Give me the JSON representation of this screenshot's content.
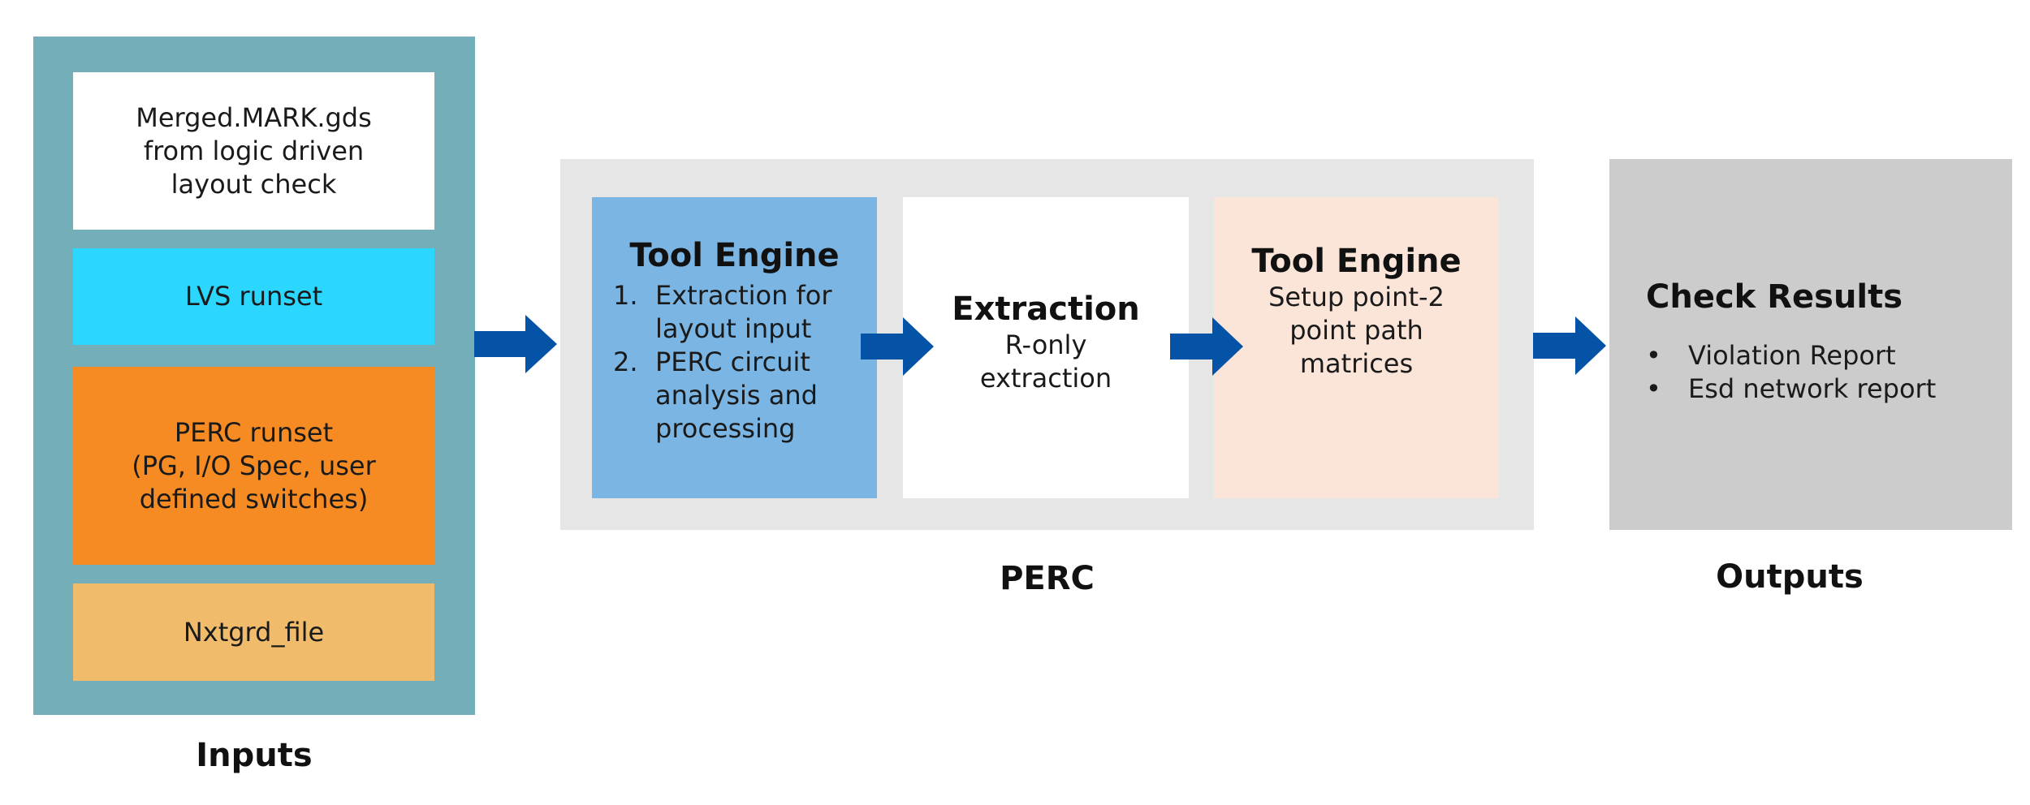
{
  "colors": {
    "inputs_frame": "#74aeb9",
    "input_white": "#ffffff",
    "input_cyan": "#2bd7ff",
    "input_orange": "#f58b22",
    "input_sand": "#f0bc6b",
    "perc_panel": "#e6e6e6",
    "stage1_blue": "#7ab5e3",
    "stage2_white": "#ffffff",
    "stage3_peach": "#fae5d8",
    "outputs_gray": "#cccccc",
    "arrow_blue": "#0553a7"
  },
  "inputs": {
    "label": "Inputs",
    "boxes": [
      {
        "lines": [
          "Merged.MARK.gds",
          "from logic driven",
          "layout check"
        ]
      },
      {
        "lines": [
          "LVS runset"
        ]
      },
      {
        "lines": [
          "PERC runset",
          "(PG, I/O Spec, user",
          "defined switches)"
        ]
      },
      {
        "lines": [
          "Nxtgrd_file"
        ]
      }
    ]
  },
  "perc": {
    "label": "PERC",
    "stage1": {
      "title": "Tool Engine",
      "items": [
        {
          "num": "1.",
          "lines": [
            "Extraction for",
            "layout input"
          ]
        },
        {
          "num": "2.",
          "lines": [
            "PERC circuit",
            "analysis and",
            "processing"
          ]
        }
      ]
    },
    "stage2": {
      "title": "Extraction",
      "lines": [
        "R-only",
        "extraction"
      ]
    },
    "stage3": {
      "title": "Tool Engine",
      "lines": [
        "Setup point-2",
        "point path",
        "matrices"
      ]
    }
  },
  "outputs": {
    "label": "Outputs",
    "title": "Check Results",
    "bullet": "•",
    "items": [
      "Violation Report",
      "Esd network report"
    ]
  }
}
